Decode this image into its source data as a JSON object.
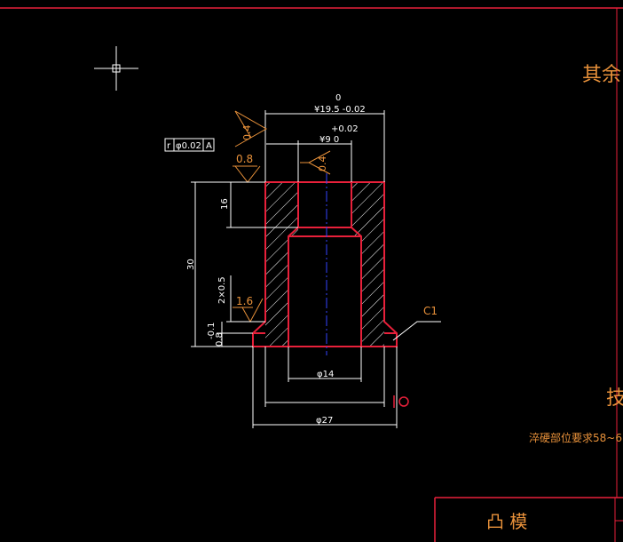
{
  "drawing": {
    "corner_note": "其余",
    "tech_heading": "技",
    "tech_requirement": "淬硬部位要求58~6",
    "title_block_name": "凸 模",
    "colors": {
      "background": "#000000",
      "outline": "#e8203a",
      "dimension": "#ffffff",
      "annotation": "#e8913a",
      "centerline": "#3344ff"
    }
  },
  "dims": {
    "top_zero": "0",
    "outer_dia": "¥19.5 -0.02",
    "bore_tol": "+0.02",
    "bore_dia": "¥9  0",
    "bore_dia_zero": "0",
    "height": "30",
    "counterbore": "16",
    "chamfer": "2×0.5",
    "flange_h": "0.8",
    "flange_tol": "-0.1",
    "inner_dia": "φ14",
    "flange_dia": "φ27",
    "edge_chamfer": "C1"
  },
  "tolerance_frame": {
    "symbol": "r",
    "value": "φ0.02",
    "datum": "A"
  },
  "roughness": {
    "r1": "0.4",
    "r2": "0.8",
    "r3": "0.4",
    "r4": "1.6"
  }
}
